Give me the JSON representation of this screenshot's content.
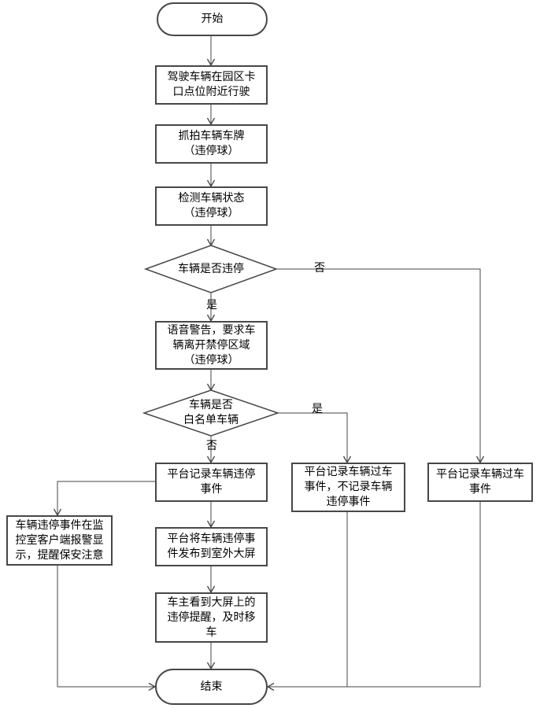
{
  "flowchart": {
    "colors": {
      "background": "#ffffff",
      "line": "#454545",
      "node_border": "#474747",
      "text": "#000000"
    },
    "nodes": {
      "start": "开始",
      "drive": "驾驶车辆在园区卡\n口点位附近行驶",
      "capture": "抓拍车辆车牌\n（违停球）",
      "detect": "检测车辆状态\n（违停球）",
      "violation_decision": "车辆是否违停",
      "voice_warning": "语音警告，要求车\n辆离开禁停区域\n（违停球）",
      "whitelist_decision": "车辆是否\n白名单车辆",
      "record_violation": "平台记录车辆违停\n事件",
      "monitor_alert": "车辆违停事件在监\n控室客户端报警显\n示，提醒保安注意",
      "publish_screen": "平台将车辆违停事\n件发布到室外大屏",
      "owner_moves": "车主看到大屏上的\n违停提醒，及时移\n车",
      "record_pass_no_violation": "平台记录车辆过车\n事件，不记录车辆\n违停事件",
      "record_pass": "平台记录车辆过车\n事件",
      "end": "结束"
    },
    "edge_labels": {
      "violation_yes": "是",
      "violation_no": "否",
      "whitelist_yes": "是",
      "whitelist_no": "否"
    }
  }
}
